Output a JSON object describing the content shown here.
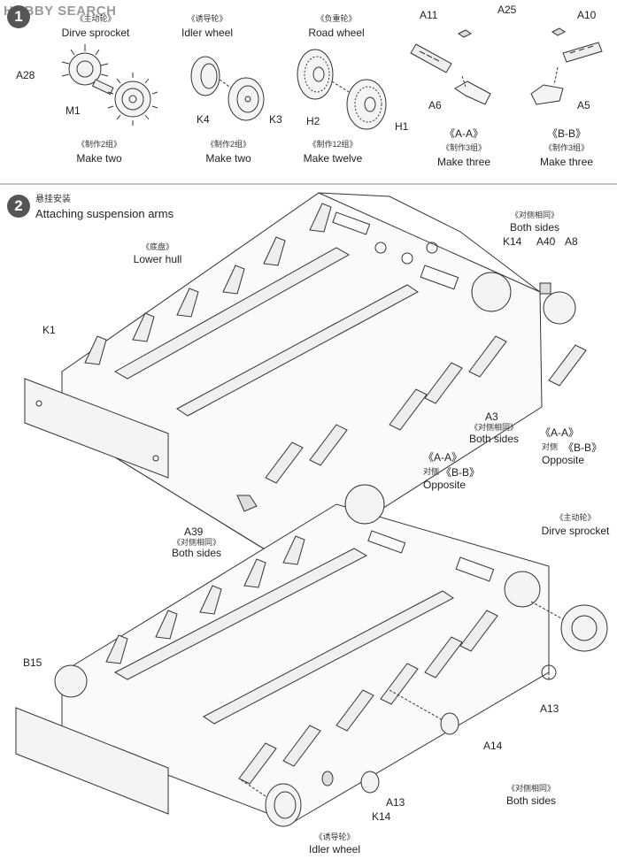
{
  "watermark": "HOBBY SEARCH",
  "step1": {
    "number": "1",
    "groups": [
      {
        "cn": "《主动轮》",
        "en": "Dirve sprocket",
        "count_cn": "《制作2组》",
        "count_en": "Make two",
        "parts": [
          "A28",
          "M1"
        ]
      },
      {
        "cn": "《诱导轮》",
        "en": "Idler wheel",
        "count_cn": "《制作2组》",
        "count_en": "Make two",
        "parts": [
          "K4",
          "K3"
        ]
      },
      {
        "cn": "《负重轮》",
        "en": "Road  wheel",
        "count_cn": "《制作12组》",
        "count_en": "Make twelve",
        "parts": [
          "H2",
          "H1"
        ]
      },
      {
        "section": "《A-A》",
        "count_cn": "《制作3组》",
        "count_en": "Make three",
        "parts": [
          "A11",
          "A6"
        ]
      },
      {
        "section": "《B-B》",
        "count_cn": "《制作3组》",
        "count_en": "Make three",
        "parts": [
          "A10",
          "A5"
        ]
      }
    ],
    "shared_part": "A25"
  },
  "step2": {
    "number": "2",
    "title_cn": "悬挂安装",
    "title_en": "Attaching suspension arms",
    "lower_hull_cn": "《底盘》",
    "lower_hull_en": "Lower hull",
    "both_sides_cn": "《对侧相同》",
    "both_sides_en": "Both sides",
    "opposite_cn": "对侧",
    "opposite_en": "Opposite",
    "sec_aa": "《A-A》",
    "sec_bb": "《B-B》",
    "sprocket_cn": "《主动轮》",
    "sprocket_en": "Dirve sprocket",
    "idler_cn": "《诱导轮》",
    "idler_en": "Idler wheel",
    "parts": {
      "k1": "K1",
      "k14": "K14",
      "a40": "A40",
      "a8": "A8",
      "a3": "A3",
      "a39": "A39",
      "b15": "B15",
      "a13": "A13",
      "a14": "A14"
    }
  }
}
